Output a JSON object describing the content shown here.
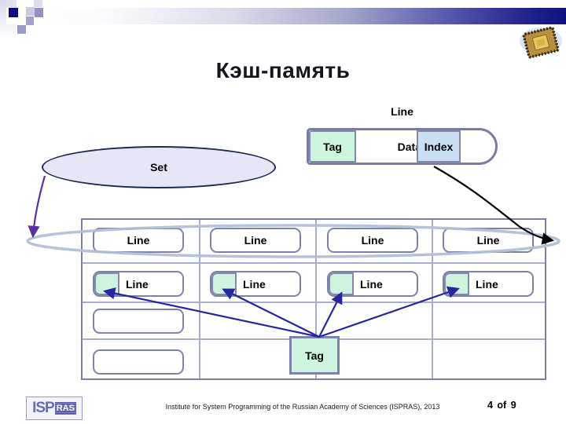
{
  "slide": {
    "title": "Кэш-память",
    "footer": "Institute for System Programming of the Russian Academy of Sciences (ISPRAS), 2013",
    "page_indicator": "4 of 9"
  },
  "logo": {
    "isp": "ISP",
    "ras": "RAS"
  },
  "icons": {
    "chip": "cpu-chip-icon"
  },
  "diagram": {
    "line_structure": {
      "label": "Line",
      "fields": {
        "tag": "Tag",
        "data": "Data",
        "index": "Index"
      }
    },
    "set_label": "Set",
    "cache_table": {
      "rows": 4,
      "cols": 4,
      "row1": [
        "Line",
        "Line",
        "Line",
        "Line"
      ],
      "row2": [
        "Line",
        "Line",
        "Line",
        "Line"
      ],
      "row3_col1": "",
      "row4_col1": "",
      "tag_box": "Tag"
    }
  },
  "colors": {
    "tag_green": "#cdf4de",
    "index_blue": "#cadef2",
    "set_fill": "#e6e6f7",
    "box_border": "#7e82aa",
    "arrow_navy": "#26269e",
    "arrow_purple": "#5a2f9e",
    "bar_navy": "#101080",
    "row_ellipse": "#b2bfd6"
  }
}
